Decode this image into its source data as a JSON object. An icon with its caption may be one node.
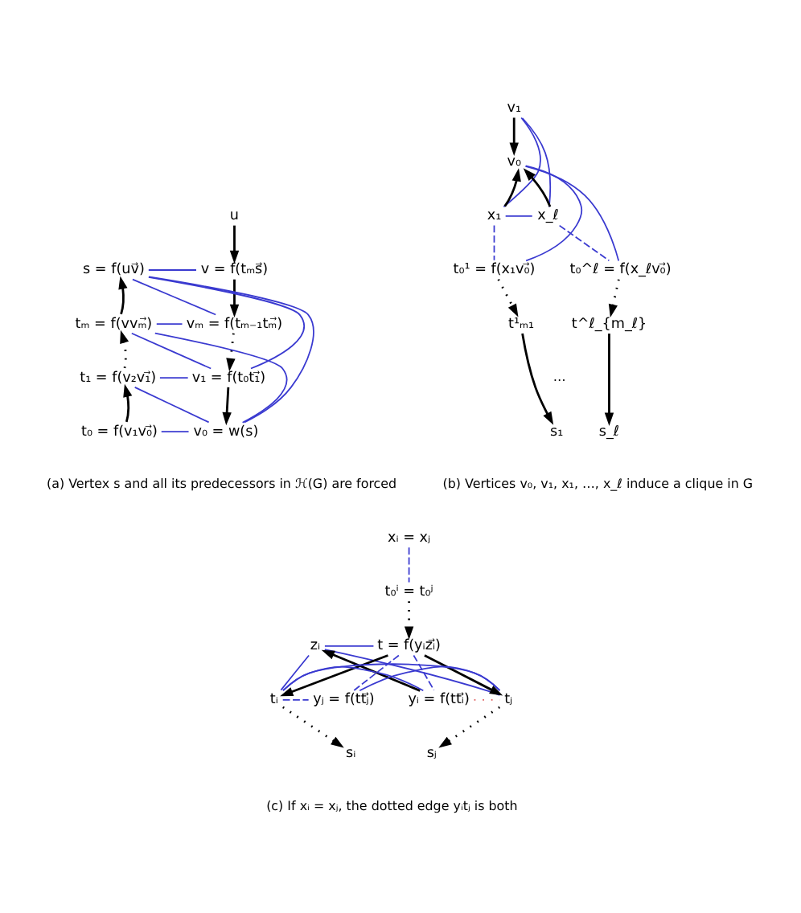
{
  "diagram": {
    "nodes": [
      {
        "text": [
          "u"
        ]
      },
      {
        "text": [
          "v = f(tₘs⃗)"
        ]
      },
      {
        "text": [
          "s = f(uv⃗)"
        ]
      },
      {
        "text": [
          "vₘ = f(tₘ₋₁tₘ⃗)"
        ]
      },
      {
        "text": [
          "tₘ = f(vvₘ⃗)"
        ]
      },
      {
        "text": [
          "v₁ = f(t₀t₁⃗)"
        ]
      },
      {
        "text": [
          "t₁ = f(v₂v₁⃗)"
        ]
      },
      {
        "text": [
          "v₀ = w(s)"
        ]
      },
      {
        "text": [
          "t₀ = f(v₁v₀⃗)"
        ]
      },
      {
        "text": [
          "v₁"
        ]
      },
      {
        "text": [
          "v₀"
        ]
      },
      {
        "text": [
          "x₁"
        ]
      },
      {
        "text": [
          "x_ℓ"
        ]
      },
      {
        "text": [
          "t₀¹ = f(x₁v₀⃗)"
        ]
      },
      {
        "text": [
          "t₀^ℓ = f(x_ℓv₀⃗)"
        ]
      },
      {
        "text": [
          "t¹ₘ₁"
        ]
      },
      {
        "text": [
          "t^ℓ_{m_ℓ}"
        ]
      },
      {
        "text": [
          "s₁"
        ]
      },
      {
        "text": [
          "s_ℓ"
        ]
      },
      {
        "text": [
          "xᵢ = xⱼ"
        ]
      },
      {
        "text": [
          "t₀ⁱ = t₀ʲ"
        ]
      },
      {
        "text": [
          "zᵢ"
        ]
      },
      {
        "text": [
          "t = f(yᵢzᵢ⃗)"
        ]
      },
      {
        "text": [
          "yᵢ = f(ttᵢ⃗)"
        ]
      },
      {
        "text": [
          "tᵢ"
        ]
      },
      {
        "text": [
          "tⱼ"
        ]
      },
      {
        "text": [
          "yⱼ = f(ttⱼ⃗)"
        ]
      },
      {
        "text": [
          "sᵢ"
        ]
      },
      {
        "text": [
          "sⱼ"
        ]
      }
    ],
    "edges": [
      {
        "from": 0,
        "to": 1,
        "arrow": "to",
        "color": "#000000"
      },
      {
        "from": 1,
        "to": 3,
        "arrow": "to",
        "color": "#000000"
      },
      {
        "from": 3,
        "to": 5,
        "arrow": "to",
        "style": "dashed",
        "color": "#000000"
      },
      {
        "from": 5,
        "to": 7,
        "arrow": "to",
        "color": "#000000"
      },
      {
        "from": 8,
        "to": 6,
        "arrow": "to",
        "color": "#000000"
      },
      {
        "from": 6,
        "to": 4,
        "arrow": "to",
        "style": "dashed",
        "color": "#000000"
      },
      {
        "from": 4,
        "to": 2,
        "arrow": "to",
        "color": "#000000"
      },
      {
        "from": 1,
        "to": 2,
        "arrow": "none"
      },
      {
        "from": 3,
        "to": 4,
        "arrow": "none"
      },
      {
        "from": 5,
        "to": 6,
        "arrow": "none"
      },
      {
        "from": 7,
        "to": 8,
        "arrow": "none"
      },
      {
        "from": 3,
        "to": 2,
        "arrow": "none"
      },
      {
        "from": 5,
        "to": 2,
        "arrow": "none"
      },
      {
        "from": 7,
        "to": 2,
        "arrow": "none"
      },
      {
        "from": 5,
        "to": 4,
        "arrow": "none"
      },
      {
        "from": 7,
        "to": 4,
        "arrow": "none"
      },
      {
        "from": 7,
        "to": 6,
        "arrow": "none"
      },
      {
        "from": 9,
        "to": 10,
        "arrow": "to",
        "color": "#000000"
      },
      {
        "from": 11,
        "to": 10,
        "arrow": "to",
        "color": "#000000"
      },
      {
        "from": 12,
        "to": 10,
        "arrow": "to",
        "color": "#000000"
      },
      {
        "from": 11,
        "to": 12,
        "arrow": "none"
      },
      {
        "from": 9,
        "to": 11,
        "arrow": "none"
      },
      {
        "from": 9,
        "to": 12,
        "arrow": "none"
      },
      {
        "from": 10,
        "to": 13,
        "arrow": "none"
      },
      {
        "from": 10,
        "to": 14,
        "arrow": "none"
      },
      {
        "from": 11,
        "to": 13,
        "arrow": "none",
        "style": "dashed"
      },
      {
        "from": 12,
        "to": 14,
        "arrow": "none",
        "style": "dashed"
      },
      {
        "from": 13,
        "to": 15,
        "arrow": "to",
        "style": "dashed",
        "color": "#000000"
      },
      {
        "from": 14,
        "to": 16,
        "arrow": "to",
        "style": "dashed",
        "color": "#000000"
      },
      {
        "from": 15,
        "to": 17,
        "arrow": "to",
        "color": "#000000"
      },
      {
        "from": 16,
        "to": 18,
        "arrow": "to",
        "color": "#000000"
      },
      {
        "from": 19,
        "to": 20,
        "arrow": "none",
        "style": "dashed"
      },
      {
        "from": 20,
        "to": 22,
        "arrow": "to",
        "style": "dashed",
        "color": "#000000"
      },
      {
        "from": 23,
        "to": 21,
        "arrow": "to",
        "color": "#000000"
      },
      {
        "from": 21,
        "to": 22,
        "arrow": "none"
      },
      {
        "from": 21,
        "to": 24,
        "arrow": "none"
      },
      {
        "from": 21,
        "to": 25,
        "arrow": "none"
      },
      {
        "from": 22,
        "to": 23,
        "arrow": "none",
        "style": "dashed"
      },
      {
        "from": 22,
        "to": 26,
        "arrow": "none",
        "style": "dashed"
      },
      {
        "from": 22,
        "to": 24,
        "arrow": "to",
        "color": "#000000"
      },
      {
        "from": 22,
        "to": 25,
        "arrow": "to",
        "color": "#000000"
      },
      {
        "from": 23,
        "to": 24,
        "arrow": "none"
      },
      {
        "from": 24,
        "to": 25,
        "arrow": "none"
      },
      {
        "from": 25,
        "to": 26,
        "arrow": "none"
      },
      {
        "from": 24,
        "to": 26,
        "arrow": "none",
        "style": "dashed"
      },
      {
        "from": 23,
        "to": 25,
        "arrow": "none",
        "style": "dashed",
        "color": "#e06060"
      },
      {
        "from": 24,
        "to": 27,
        "arrow": "to",
        "style": "dashed",
        "color": "#000000"
      },
      {
        "from": 25,
        "to": 28,
        "arrow": "to",
        "style": "dashed",
        "color": "#000000"
      }
    ],
    "labels": [
      "(a) Vertex s and all its predecessors in ℋ(G) are forced",
      "…",
      "(b) Vertices v₀, v₁, x₁, …, x_ℓ induce a clique in G",
      "(c) If xᵢ = xⱼ, the dotted edge yᵢtⱼ is both"
    ]
  }
}
